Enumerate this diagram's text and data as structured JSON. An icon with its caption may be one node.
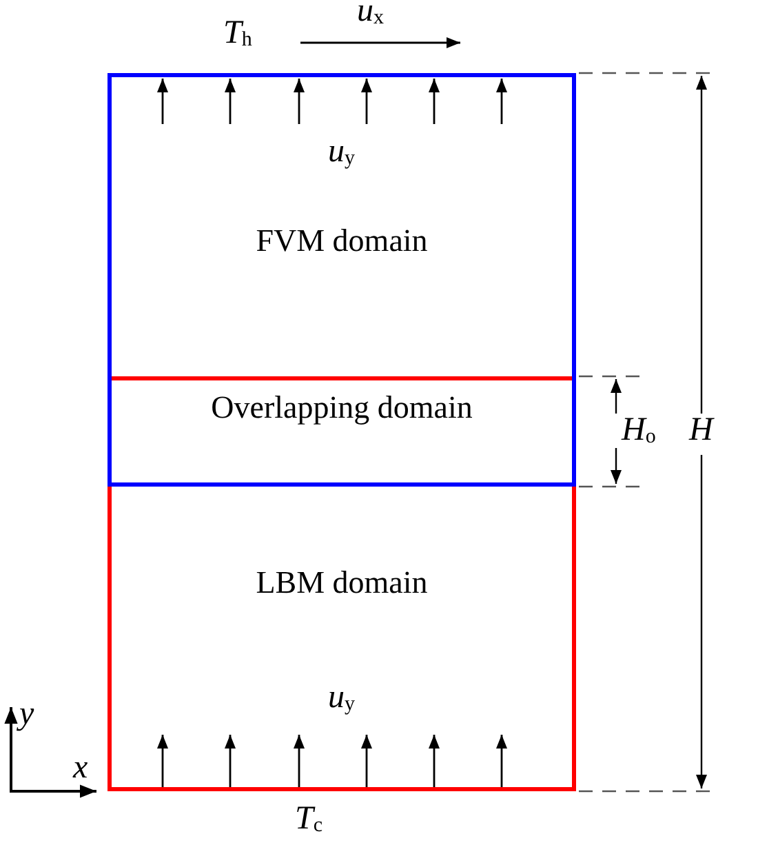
{
  "diagram": {
    "nodes": [
      {
        "text": [
          "FVM domain"
        ]
      },
      {
        "text": [
          "Overlapping domain"
        ]
      },
      {
        "text": [
          "LBM domain"
        ]
      }
    ],
    "labels": [
      "*T*$_{h}$",
      "*u*$_{x}$",
      "*u*$_{y}$",
      "*H*$_{o}$",
      "H",
      "*u*$_{y}$",
      "y",
      "x",
      "*T*$_{c}$"
    ]
  }
}
